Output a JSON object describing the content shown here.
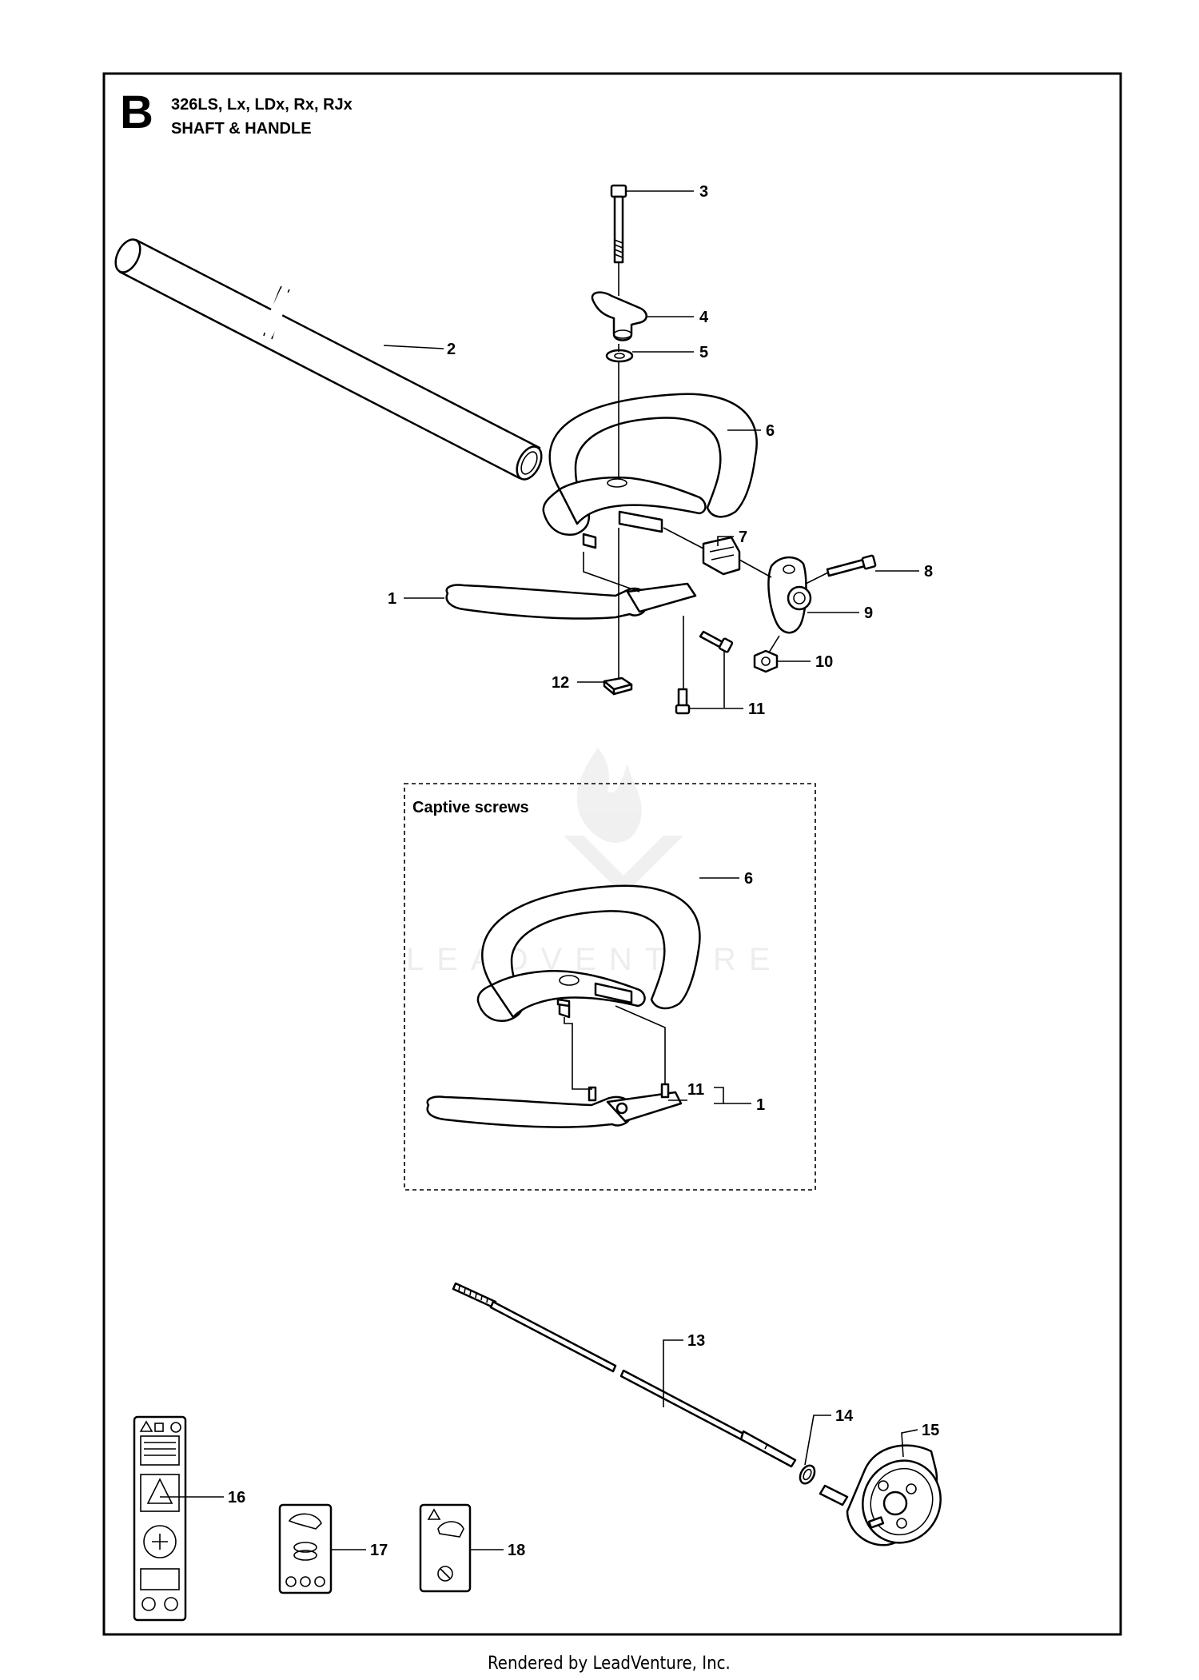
{
  "header": {
    "section_letter": "B",
    "models": "326LS, Lx, LDx, Rx, RJx",
    "title": "SHAFT & HANDLE"
  },
  "inset": {
    "title": "Captive screws"
  },
  "callouts": [
    {
      "id": "c1",
      "text": "1"
    },
    {
      "id": "c2",
      "text": "2"
    },
    {
      "id": "c3",
      "text": "3"
    },
    {
      "id": "c4",
      "text": "4"
    },
    {
      "id": "c5",
      "text": "5"
    },
    {
      "id": "c6",
      "text": "6"
    },
    {
      "id": "c7",
      "text": "7"
    },
    {
      "id": "c8",
      "text": "8"
    },
    {
      "id": "c9",
      "text": "9"
    },
    {
      "id": "c10",
      "text": "10"
    },
    {
      "id": "c11",
      "text": "11"
    },
    {
      "id": "c12",
      "text": "12"
    },
    {
      "id": "c13",
      "text": "13"
    },
    {
      "id": "c14",
      "text": "14"
    },
    {
      "id": "c15",
      "text": "15"
    },
    {
      "id": "c16",
      "text": "16"
    },
    {
      "id": "c17",
      "text": "17"
    },
    {
      "id": "c18",
      "text": "18"
    },
    {
      "id": "i6",
      "text": "6"
    },
    {
      "id": "i11",
      "text": "11"
    },
    {
      "id": "i1",
      "text": "1"
    }
  ],
  "watermark": {
    "text": "LEADVENTURE"
  },
  "footer": {
    "text": "Rendered by LeadVenture, Inc."
  }
}
